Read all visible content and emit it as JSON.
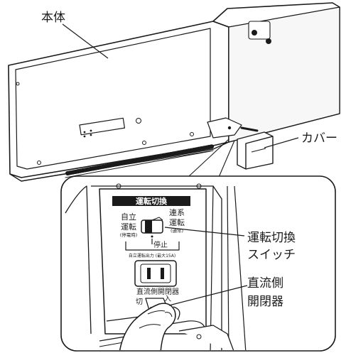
{
  "callouts": {
    "body": "本体",
    "cover": "カバー",
    "switch_line1": "運転切換",
    "switch_line2": "スイッチ",
    "breaker_line1": "直流側",
    "breaker_line2": "開閉器"
  },
  "panel": {
    "header": "運転切換",
    "left_line1": "自立",
    "left_line2": "運転",
    "left_sub": "(停電時)",
    "right_line1": "連系",
    "right_line2": "運転",
    "right_sub": "(通常)",
    "stop": "停止",
    "outlet_label": "自立運転出力 (最大15A)",
    "breaker_label": "直流側開閉器",
    "off": "切",
    "on": "入"
  }
}
